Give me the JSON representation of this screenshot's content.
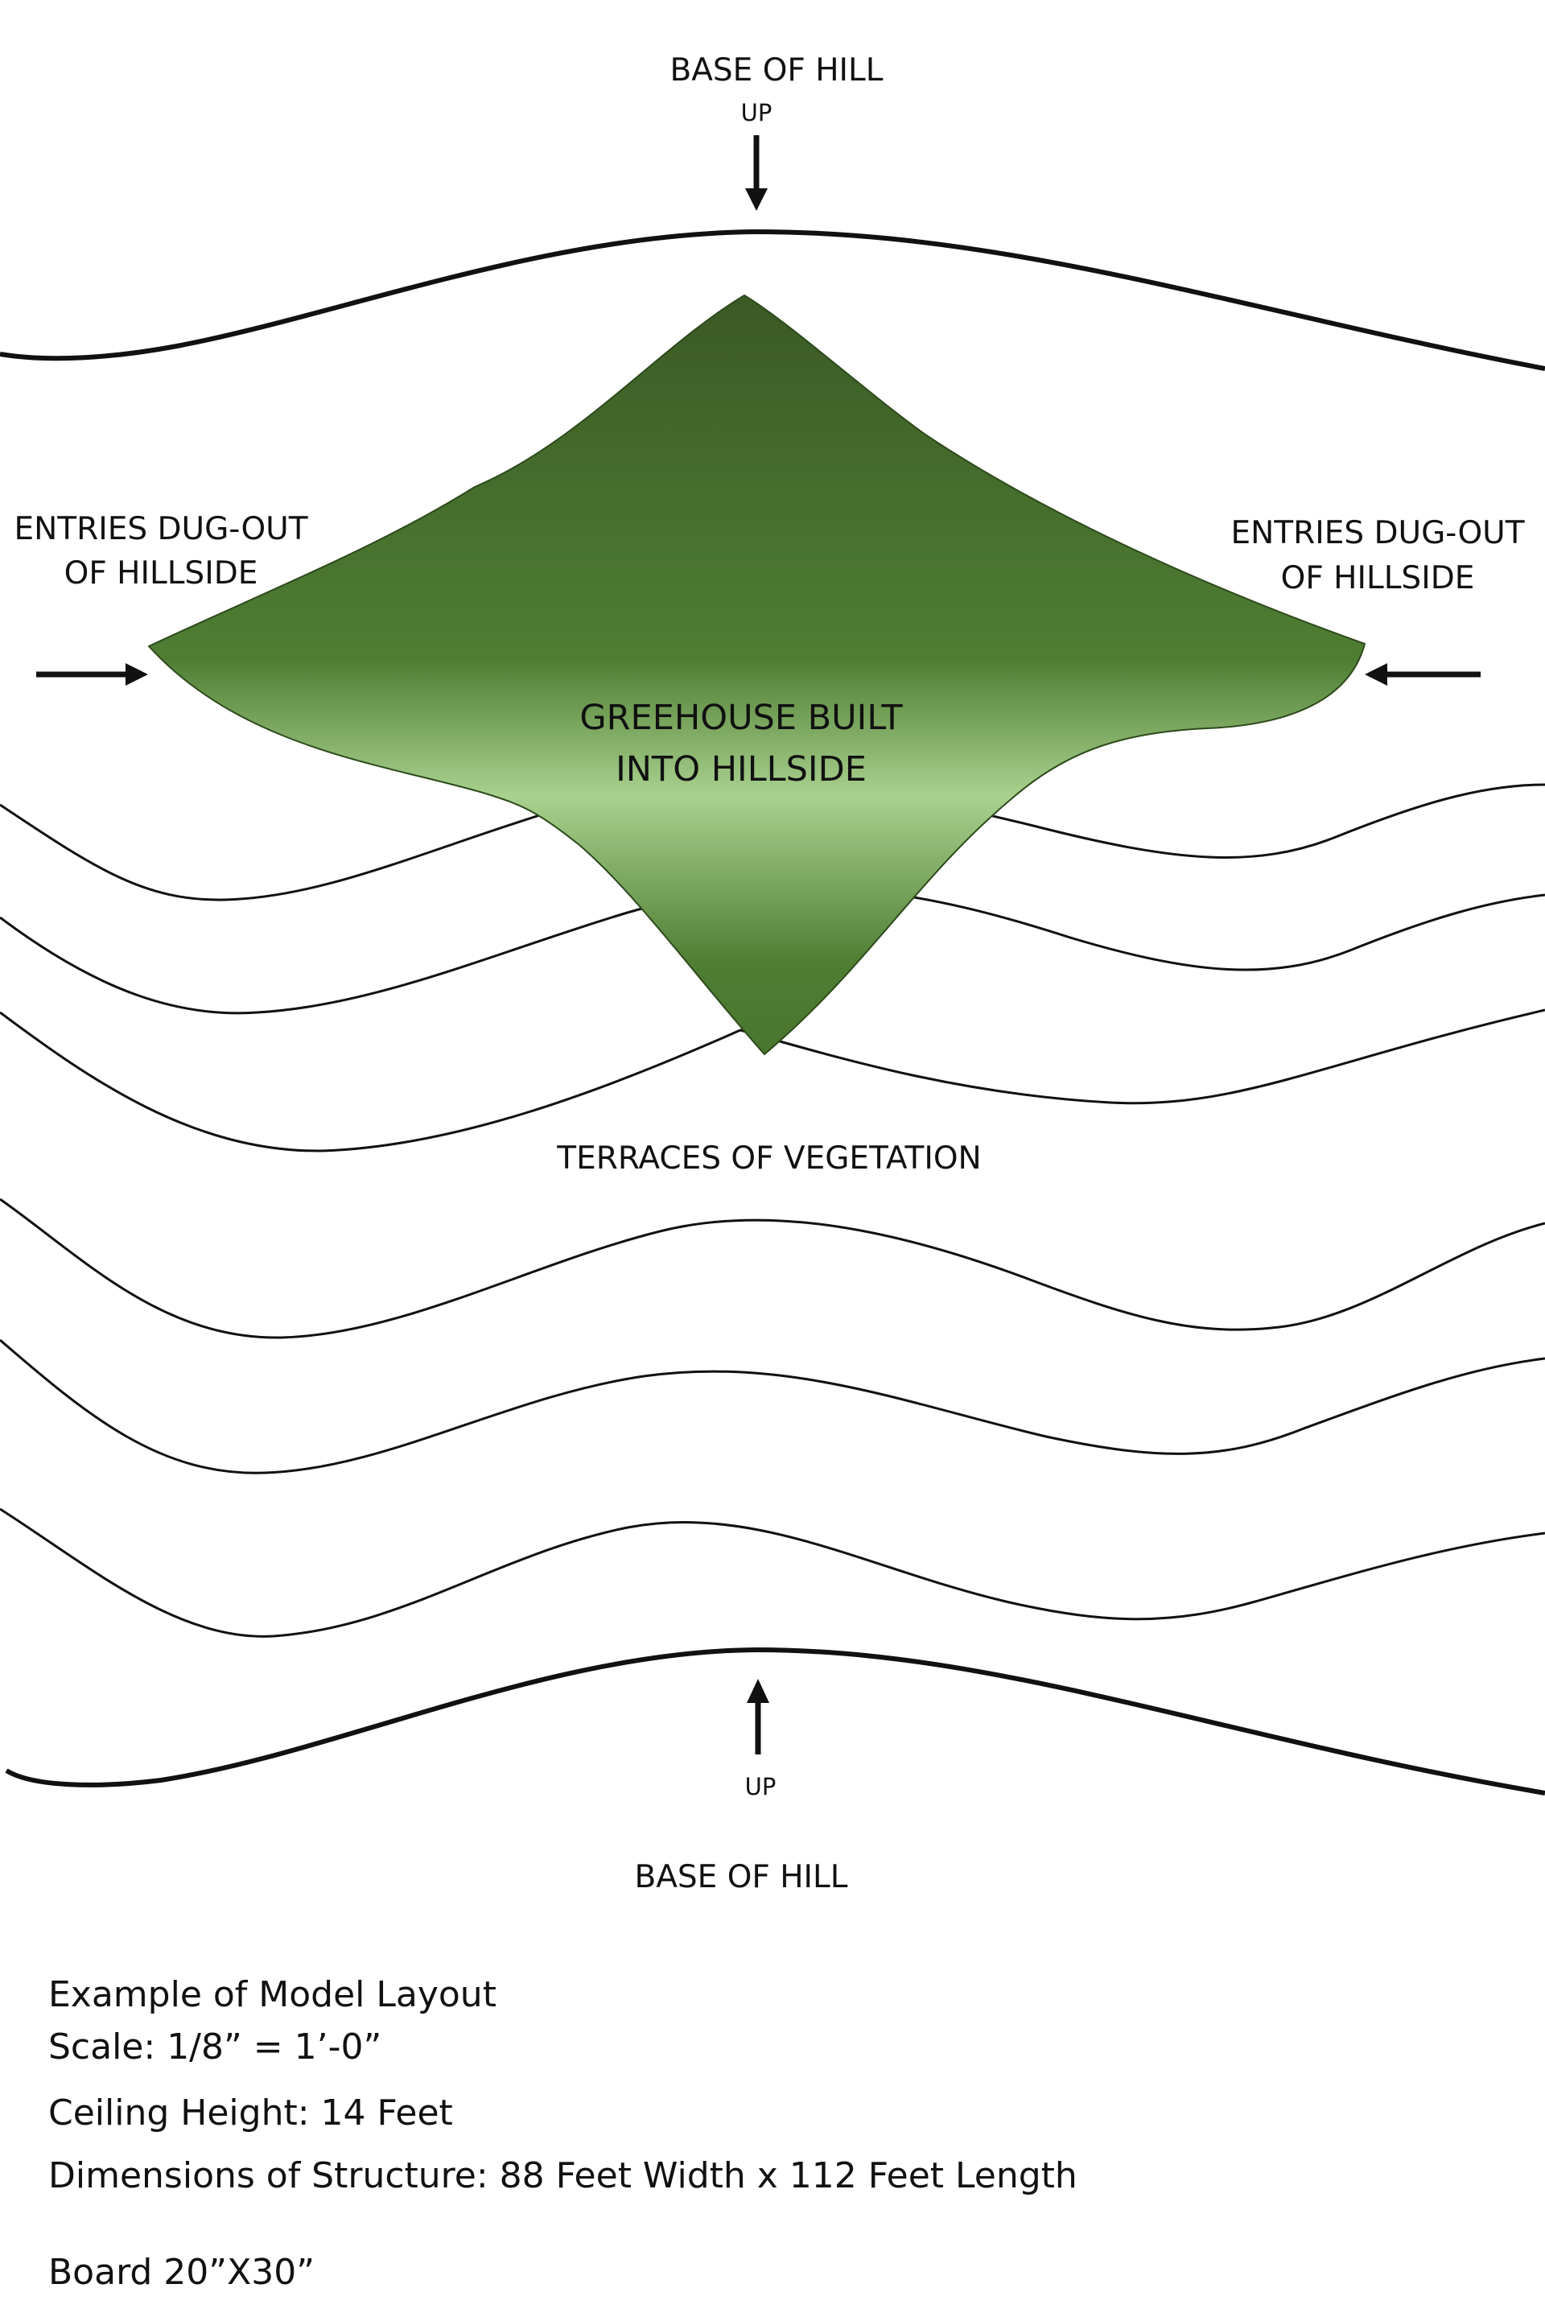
{
  "labels": {
    "top_base": "BASE OF HILL",
    "top_up": "UP",
    "entries_left_line1": "ENTRIES DUG-OUT",
    "entries_left_line2": "OF HILLSIDE",
    "entries_right_line1": "ENTRIES DUG-OUT",
    "entries_right_line2": "OF HILLSIDE",
    "greenhouse_line1": "GREEHOUSE BUILT",
    "greenhouse_line2": "INTO HILLSIDE",
    "terraces": "TERRACES OF VEGETATION",
    "bottom_up": "UP",
    "bottom_base": "BASE OF HILL"
  },
  "notes": {
    "line1": "Example of Model Layout",
    "line2": "Scale: 1/8” = 1’-0”",
    "line3": "Ceiling Height: 14 Feet",
    "line4": "Dimensions of Structure: 88 Feet Width x 112 Feet Length",
    "line5": "Board 20”X30”"
  },
  "colors": {
    "greenhouse_dark": "#3a5a25",
    "greenhouse_mid": "#4f7e33",
    "greenhouse_light": "#a9d18e",
    "line": "#111111"
  }
}
